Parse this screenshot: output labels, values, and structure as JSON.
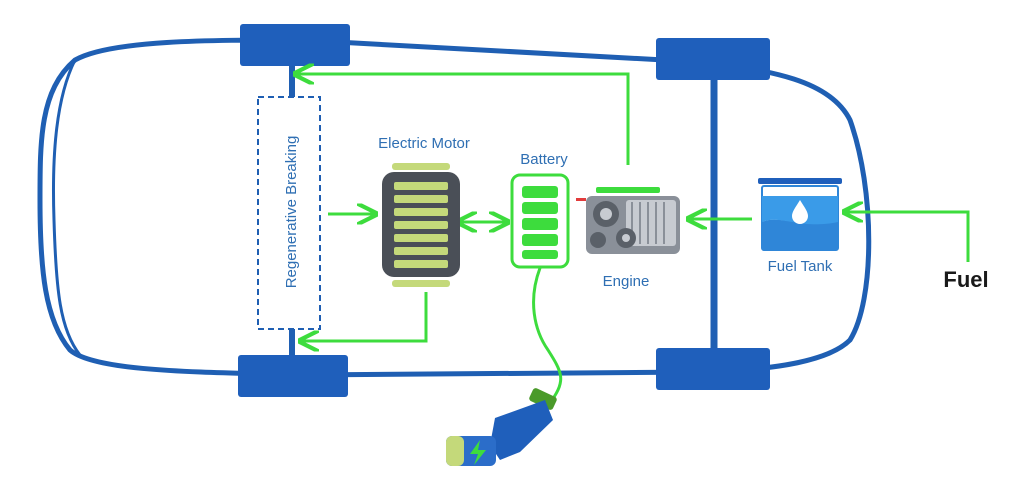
{
  "diagram": {
    "labels": {
      "regen": "Regenerative Breaking",
      "motor": "Electric Motor",
      "battery": "Battery",
      "engine": "Engine",
      "fuel_tank": "Fuel Tank",
      "fuel": "Fuel"
    },
    "colors": {
      "body_blue": "#1f5fb3",
      "wheel_blue": "#1f5fbb",
      "flow_green": "#3ddc3d",
      "label_blue": "#2f6fb3",
      "motor_gray": "#4a4f57",
      "coil_green": "#c4d97a",
      "tank_blue": "#2f86d8"
    },
    "icons": [
      "drop-icon",
      "lightning-icon",
      "engine-icon",
      "charger-plug-icon"
    ]
  }
}
